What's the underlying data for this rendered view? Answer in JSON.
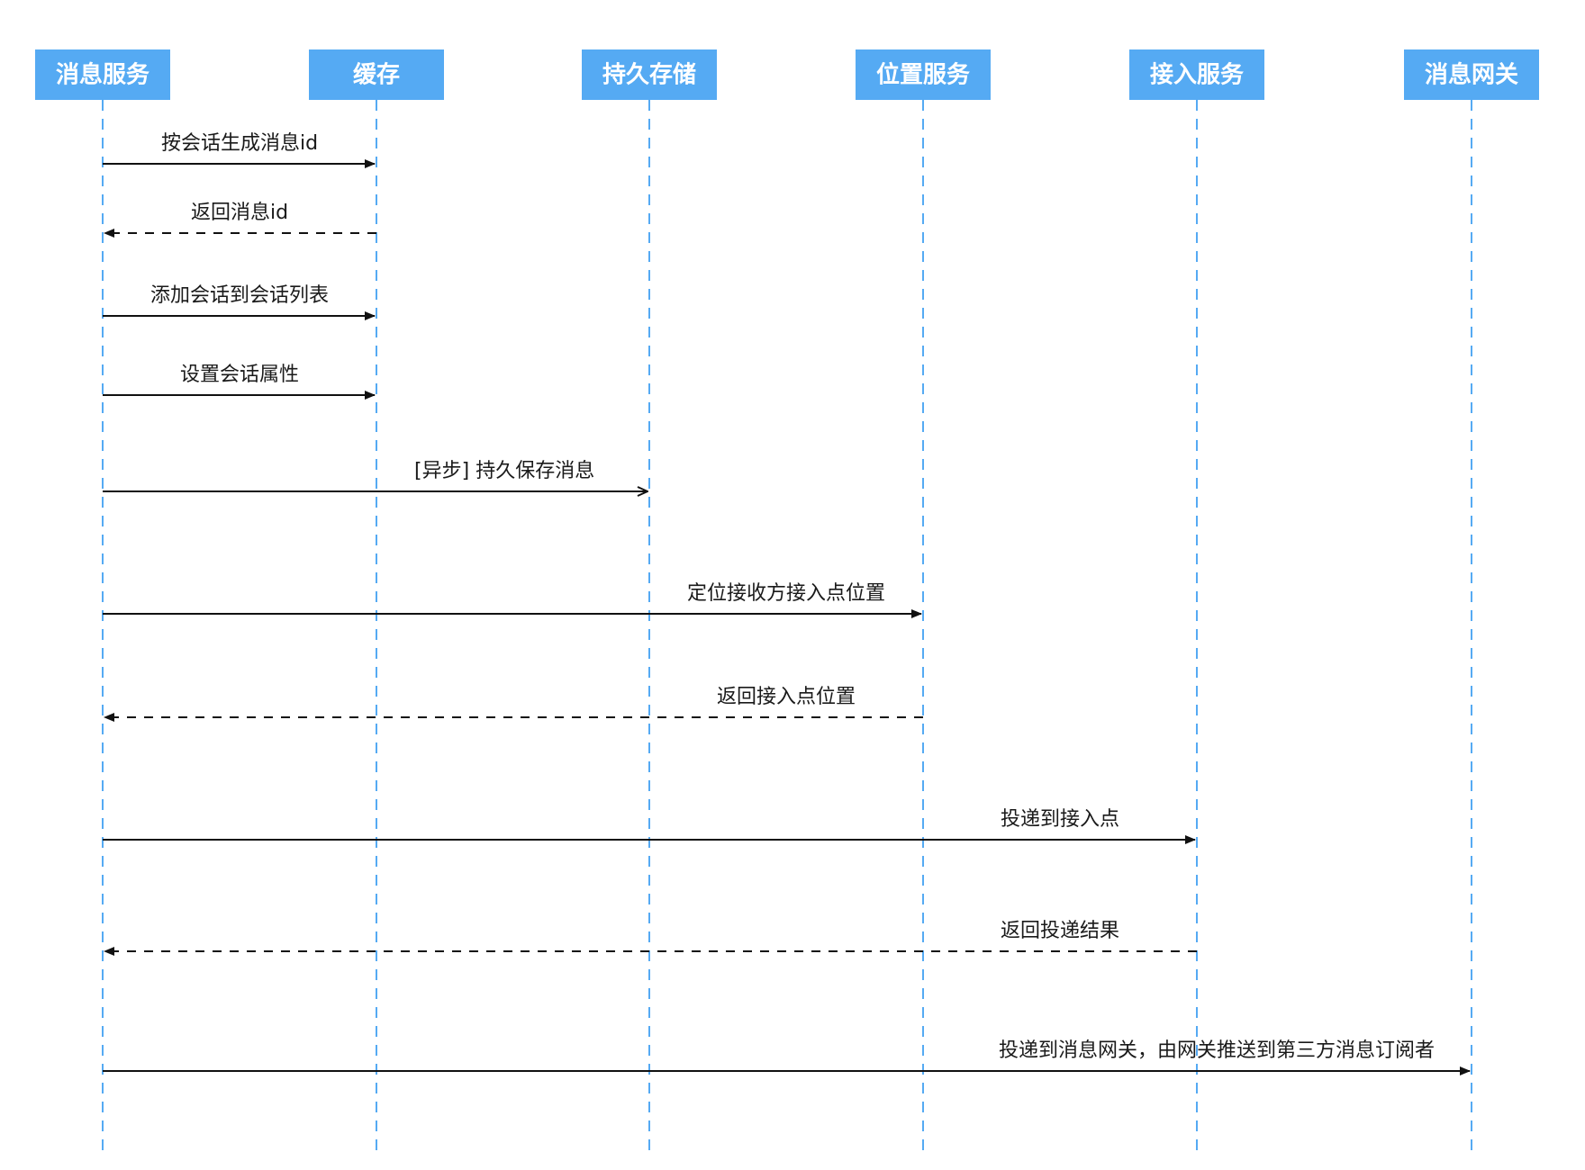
{
  "participants": [
    {
      "id": "msg",
      "label": "消息服务"
    },
    {
      "id": "cache",
      "label": "缓存"
    },
    {
      "id": "storage",
      "label": "持久存储"
    },
    {
      "id": "location",
      "label": "位置服务"
    },
    {
      "id": "access",
      "label": "接入服务"
    },
    {
      "id": "gateway",
      "label": "消息网关"
    }
  ],
  "messages": [
    {
      "from": 0,
      "to": 1,
      "label": "按会话生成消息id",
      "style": "solid",
      "arrow": "filled"
    },
    {
      "from": 1,
      "to": 0,
      "label": "返回消息id",
      "style": "dashed",
      "arrow": "filled"
    },
    {
      "from": 0,
      "to": 1,
      "label": "添加会话到会话列表",
      "style": "solid",
      "arrow": "filled"
    },
    {
      "from": 0,
      "to": 1,
      "label": "设置会话属性",
      "style": "solid",
      "arrow": "filled"
    },
    {
      "from": 0,
      "to": 2,
      "label": "[异步] 持久保存消息",
      "style": "solid",
      "arrow": "open"
    },
    {
      "from": 0,
      "to": 3,
      "label": "定位接收方接入点位置",
      "style": "solid",
      "arrow": "filled"
    },
    {
      "from": 3,
      "to": 0,
      "label": "返回接入点位置",
      "style": "dashed",
      "arrow": "filled"
    },
    {
      "from": 0,
      "to": 4,
      "label": "投递到接入点",
      "style": "solid",
      "arrow": "filled"
    },
    {
      "from": 4,
      "to": 0,
      "label": "返回投递结果",
      "style": "dashed",
      "arrow": "filled"
    },
    {
      "from": 0,
      "to": 5,
      "label": "投递到消息网关，由网关推送到第三方消息订阅者",
      "style": "solid",
      "arrow": "filled"
    }
  ],
  "colors": {
    "participant_fill": "#55aaf3",
    "participant_text": "#ffffff",
    "lifeline": "#55aaf3",
    "message": "#111111"
  }
}
